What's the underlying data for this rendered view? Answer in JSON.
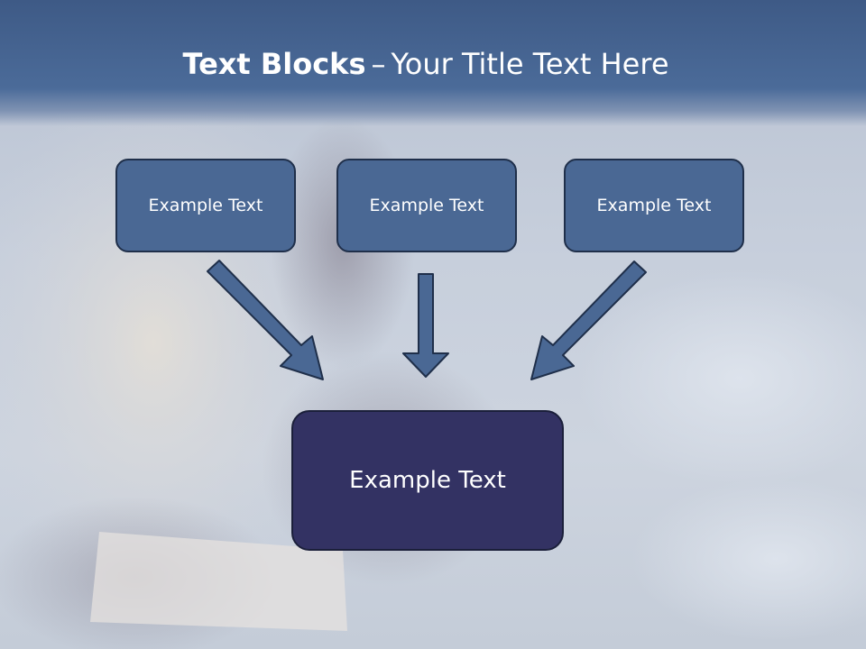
{
  "title": {
    "bold": "Text Blocks",
    "separator": "–",
    "regular": "Your Title Text Here"
  },
  "boxes": {
    "left": "Example Text",
    "center": "Example Text",
    "right": "Example Text",
    "bottom": "Example Text"
  },
  "colors": {
    "header": "#4b6b99",
    "top_box": "#4a6894",
    "bottom_box": "#333263",
    "arrow": "#4a6894"
  }
}
